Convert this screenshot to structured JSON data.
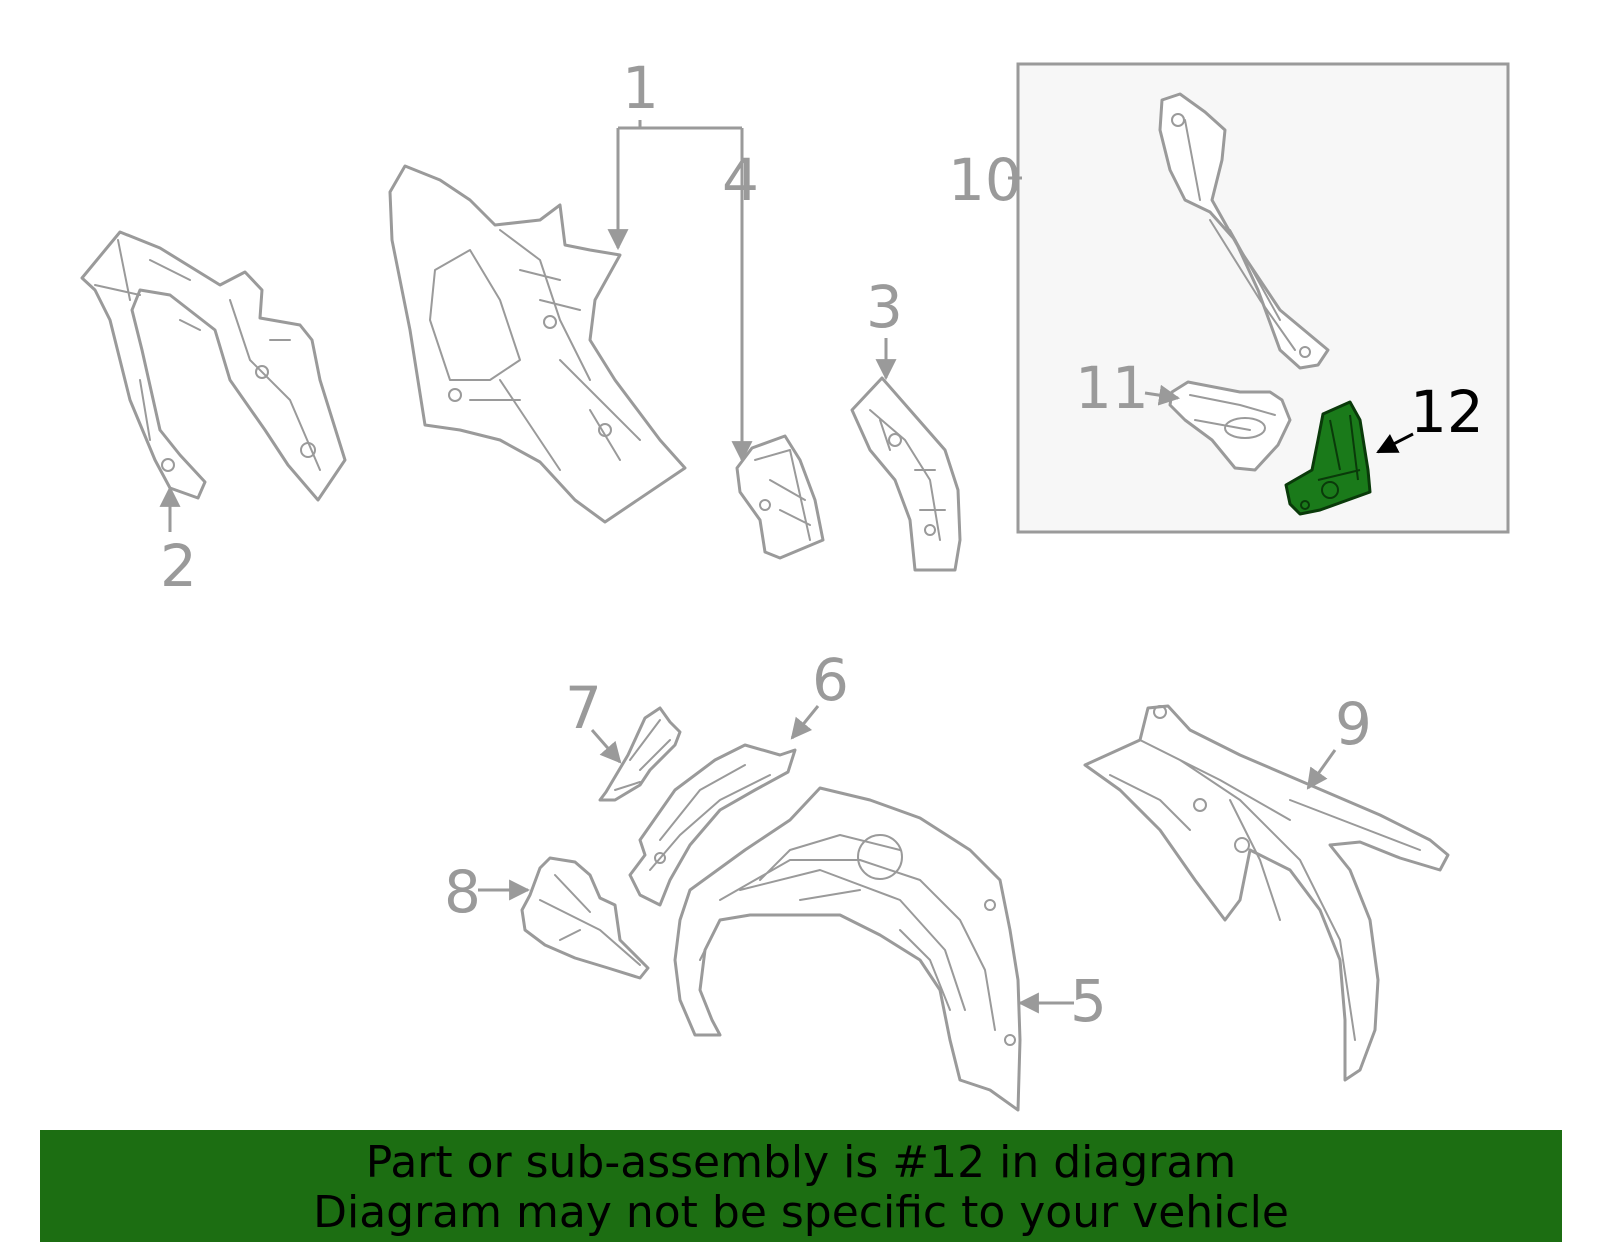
{
  "diagram": {
    "callouts": [
      "1",
      "2",
      "3",
      "4",
      "5",
      "6",
      "7",
      "8",
      "9",
      "10",
      "11",
      "12"
    ],
    "highlighted_callout": "12",
    "highlight_color": "#1a7a1a"
  },
  "banner": {
    "line1": "Part or sub-assembly is #12 in diagram",
    "line2": "Diagram may not be specific to your vehicle",
    "background": "#1c6e12"
  }
}
